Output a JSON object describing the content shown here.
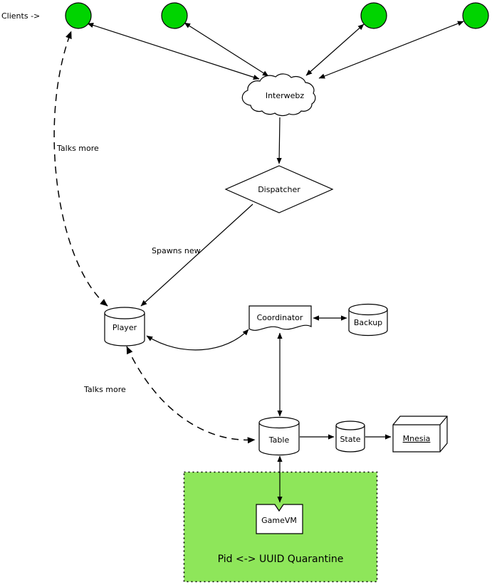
{
  "diagram": {
    "corner_label": "Clients ->",
    "client_count": 4,
    "nodes": {
      "interwebz": {
        "label": "Interwebz",
        "type": "cloud"
      },
      "dispatcher": {
        "label": "Dispatcher",
        "type": "diamond"
      },
      "player": {
        "label": "Player",
        "type": "cylinder"
      },
      "coordinator": {
        "label": "Coordinator",
        "type": "document"
      },
      "backup": {
        "label": "Backup",
        "type": "cylinder"
      },
      "table": {
        "label": "Table",
        "type": "cylinder"
      },
      "state": {
        "label": "State",
        "type": "cylinder"
      },
      "mnesia": {
        "label": "Mnesia",
        "type": "box3d",
        "underlined": true
      },
      "gamevm": {
        "label": "GameVM",
        "type": "notched-box"
      },
      "quarantine": {
        "label": "Pid <-> UUID Quarantine",
        "type": "container"
      }
    },
    "edge_labels": {
      "talks_more_upper": "Talks more",
      "spawns_new": "Spawns new",
      "talks_more_lower": "Talks more"
    },
    "colors": {
      "client_fill": "#00d400",
      "node_fill": "#ffffff",
      "backup_fill": "#c6c6c6",
      "gamevm_fill": "#0000ff",
      "quarantine_fill": "#8ee65a",
      "stroke": "#000000"
    }
  }
}
